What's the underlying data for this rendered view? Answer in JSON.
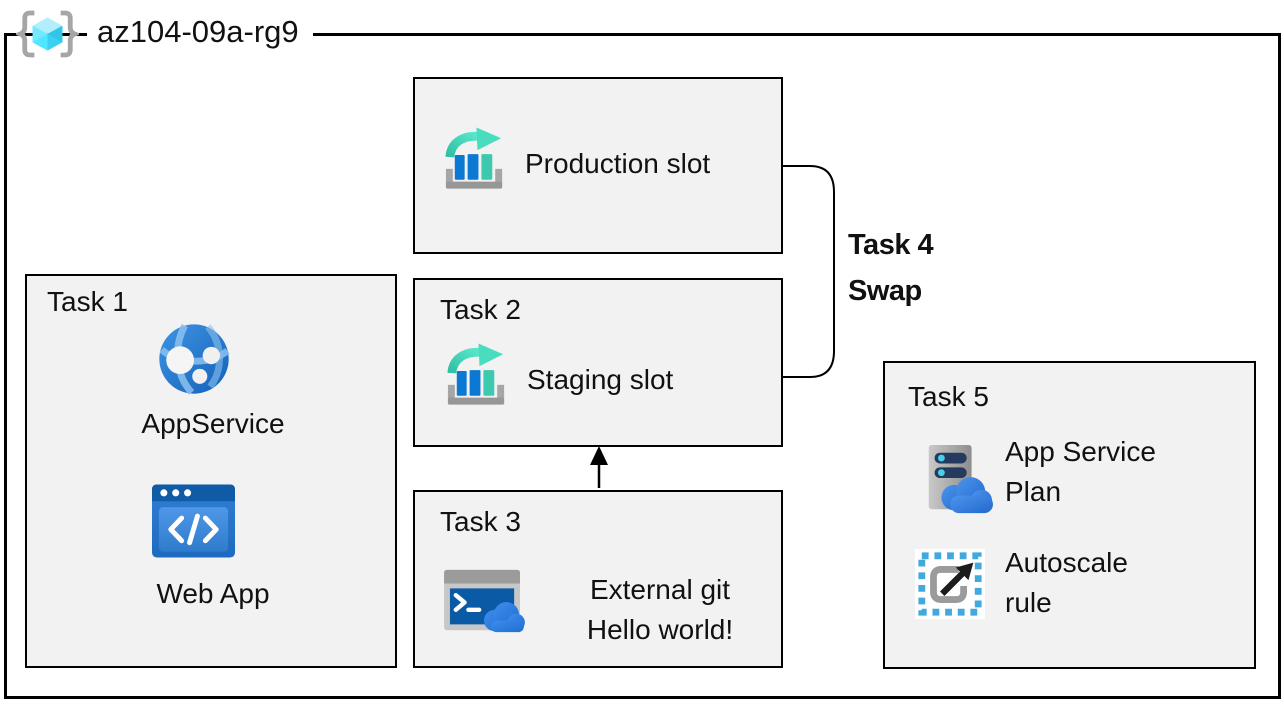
{
  "resource_group": {
    "label": "az104-09a-rg9",
    "icon": "resource-group-icon"
  },
  "task1": {
    "title": "Task 1",
    "items": [
      {
        "icon": "app-service-icon",
        "label": "AppService"
      },
      {
        "icon": "web-app-icon",
        "label": "Web App"
      }
    ]
  },
  "production_slot": {
    "icon": "deployment-slots-icon",
    "label": "Production slot"
  },
  "task2": {
    "title": "Task 2",
    "icon": "deployment-slots-icon",
    "label": "Staging slot"
  },
  "task3": {
    "title": "Task 3",
    "icon": "cloud-shell-icon",
    "lines": [
      "External git",
      "Hello world!"
    ]
  },
  "task4": {
    "lines": [
      "Task 4",
      "Swap"
    ]
  },
  "task5": {
    "title": "Task 5",
    "items": [
      {
        "icon": "app-service-plan-icon",
        "lines": [
          "App Service",
          "Plan"
        ]
      },
      {
        "icon": "autoscale-rule-icon",
        "lines": [
          "Autoscale",
          "rule"
        ]
      }
    ]
  },
  "colors": {
    "box_fill": "#f2f2f2",
    "outline": "#000000",
    "bar_blue": "#0b78d4",
    "mint": "#41d6bb",
    "cube_cyan": "#50e6ff",
    "globe_blue": "#2a80dd",
    "cloud_blue": "#2b7fe3",
    "navy_bar": "#243a5e",
    "icon_gray": "#a6a6a6",
    "dashed_cyan": "#41a9dd"
  }
}
